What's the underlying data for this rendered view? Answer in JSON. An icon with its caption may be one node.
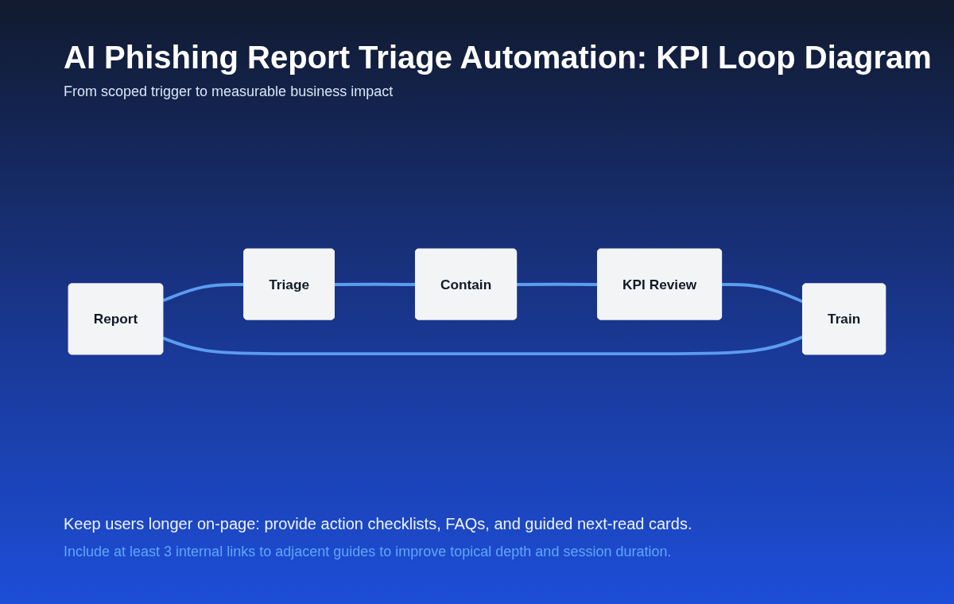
{
  "diagram": {
    "title": "AI Phishing Report Triage Automation: KPI Loop Diagram",
    "nodes": [
      {
        "text": [
          "Report"
        ]
      },
      {
        "text": [
          "Triage"
        ]
      },
      {
        "text": [
          "Contain"
        ]
      },
      {
        "text": [
          "KPI Review"
        ]
      },
      {
        "text": [
          "Train"
        ]
      }
    ],
    "edges": [
      {
        "from": 0,
        "to": 1,
        "arrow": "none"
      },
      {
        "from": 1,
        "to": 2,
        "arrow": "none"
      },
      {
        "from": 2,
        "to": 3,
        "arrow": "none"
      },
      {
        "from": 3,
        "to": 4,
        "arrow": "none"
      },
      {
        "from": 4,
        "to": 0,
        "arrow": "none"
      }
    ],
    "labels": [
      "From scoped trigger to measurable business impact",
      "Keep users longer on-page: provide action checklists, FAQs, and guided next-read cards.",
      "Include at least 3 internal links to adjacent guides to improve topical depth and session duration."
    ]
  }
}
